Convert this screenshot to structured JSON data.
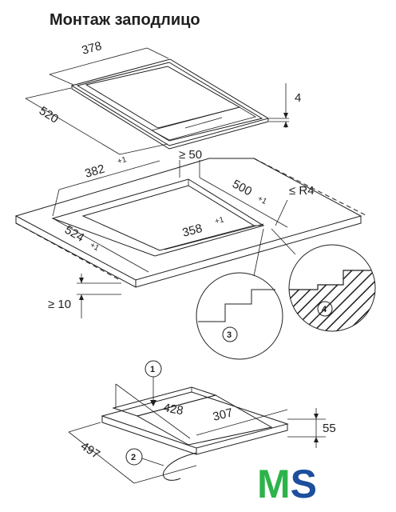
{
  "title": "Монтаж заподлицо",
  "hob_dims": {
    "width": "378",
    "depth": "520",
    "height": "4"
  },
  "cutout_dims": {
    "min_gap": "≥ 50",
    "outer_width": "382",
    "outer_width_tol": "+1",
    "outer_depth": "500",
    "outer_depth_tol": "+1",
    "radius": "≤ R4",
    "inner_width": "358",
    "inner_width_tol": "+1",
    "inner_depth": "524",
    "inner_depth_tol": "+1",
    "worktop": "≥ 10"
  },
  "detail_labels": {
    "three": "3",
    "four": "4"
  },
  "box_dims": {
    "callout_one": "1",
    "callout_two": "2",
    "width": "428",
    "depth_right": "307",
    "height": "55",
    "depth_left": "497"
  },
  "logo": {
    "text": "MS",
    "color_m": "#2db34a",
    "color_s": "#1d4f9c"
  }
}
